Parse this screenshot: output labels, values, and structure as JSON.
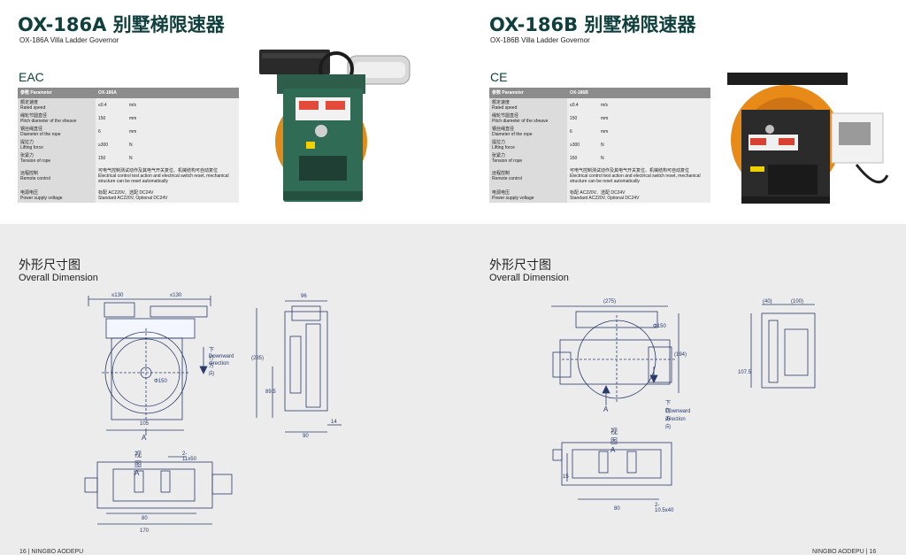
{
  "left": {
    "title": "OX-186A 别墅梯限速器",
    "subtitle": "OX-186A Villa Ladder Governor",
    "standard": "EAC",
    "table": {
      "header_key": "参数 Parameter",
      "header_val": "OX-186A",
      "rows": [
        {
          "zh": "额定速度",
          "en": "Rated speed",
          "value": "≤0.4",
          "unit": "m/s"
        },
        {
          "zh": "绳轮节圆直径",
          "en": "Pitch diameter of the sheave",
          "value": "150",
          "unit": "mm"
        },
        {
          "zh": "钢丝绳直径",
          "en": "Diameter of the rope",
          "value": "6",
          "unit": "mm"
        },
        {
          "zh": "提拉力",
          "en": "Lifting force",
          "value": "≥300",
          "unit": "N"
        },
        {
          "zh": "张紧力",
          "en": "Tension of rope",
          "value": "150",
          "unit": "N"
        }
      ],
      "remote": {
        "zh": "远程控制",
        "en": "Remote control",
        "text_zh": "可电气控制测试动作及其电气开关复位、机械结构可自动复位",
        "text_en": "Electrical control test action and electrical switch reset, mechanical structure can be reset automatically"
      },
      "power": {
        "zh": "电源电压",
        "en": "Power supply voltage",
        "text_zh": "标配 AC220V、选配 DC24V",
        "text_en": "Standard AC220V, Optional DC24V"
      }
    },
    "dimension_zh": "外形尺寸图",
    "dimension_en": "Overall Dimension",
    "drawing": {
      "d130a": "≤130",
      "d130b": "≤130",
      "d96": "96",
      "d235": "(235)",
      "d895": "89.5",
      "d105": "105",
      "d90": "90",
      "d14": "14",
      "phi150": "Φ150",
      "A": "A",
      "down_zh": "下行方向",
      "down_en1": "Downward",
      "down_en2": "direction",
      "view": "视图A",
      "holes": "2-11x50",
      "d80": "80",
      "d170": "170"
    },
    "footer": "16 | NINGBO AODEPU"
  },
  "right": {
    "title": "OX-186B 别墅梯限速器",
    "subtitle": "OX-186B Villa Ladder Governor",
    "standard": "CE",
    "table": {
      "header_key": "参数 Parameter",
      "header_val": "OX-186B",
      "rows": [
        {
          "zh": "额定速度",
          "en": "Rated speed",
          "value": "≤0.4",
          "unit": "m/s"
        },
        {
          "zh": "绳轮节圆直径",
          "en": "Pitch diameter of the sheave",
          "value": "150",
          "unit": "mm"
        },
        {
          "zh": "钢丝绳直径",
          "en": "Diameter of the rope",
          "value": "6",
          "unit": "mm"
        },
        {
          "zh": "提拉力",
          "en": "Lifting force",
          "value": "≥300",
          "unit": "N"
        },
        {
          "zh": "张紧力",
          "en": "Tension of rope",
          "value": "150",
          "unit": "N"
        }
      ],
      "remote": {
        "zh": "远程控制",
        "en": "Remote control",
        "text_zh": "可电气控制测试动作及其电气开关复位、机械结构可自动复位",
        "text_en": "Electrical control test action and electrical switch reset, mechanical structure can be reset automatically"
      },
      "power": {
        "zh": "电源电压",
        "en": "Power supply voltage",
        "text_zh": "标配 AC220V、选配 DC24V",
        "text_en": "Standard AC220V, Optional DC24V"
      }
    },
    "dimension_zh": "外形尺寸图",
    "dimension_en": "Overall Dimension",
    "drawing": {
      "d275": "(275)",
      "phi150": "Φ150",
      "d194": "(194)",
      "d40": "(40)",
      "d100": "(100)",
      "d1075": "107.5",
      "A": "A",
      "down_zh": "下行方向",
      "down_en1": "Downward",
      "down_en2": "direction",
      "view": "视图A",
      "d15": "15",
      "holes": "2-10.5x40",
      "d80": "80"
    },
    "footer": "NINGBO AODEPU | 16"
  }
}
